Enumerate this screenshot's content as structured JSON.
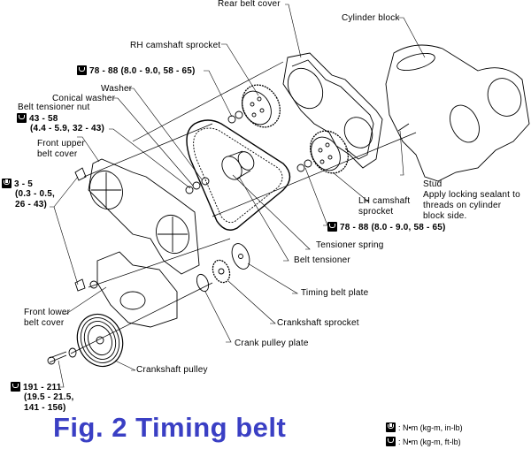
{
  "figure": {
    "title": "Fig. 2  Timing belt"
  },
  "labels": {
    "rear_belt_cover": "Rear belt cover",
    "cylinder_block": "Cylinder block",
    "rh_camshaft_sprocket": "RH camshaft sprocket",
    "torque_rh_sprocket": "78 - 88 (8.0 - 9.0, 58 - 65)",
    "washer": "Washer",
    "conical_washer": "Conical washer",
    "belt_tensioner_nut": "Belt tensioner nut",
    "torque_tensioner_nut_1": "43 - 58",
    "torque_tensioner_nut_2": "(4.4 - 5.9, 32 - 43)",
    "front_upper_belt_cover_1": "Front upper",
    "front_upper_belt_cover_2": "belt cover",
    "torque_cover_bolt_1": "3 - 5",
    "torque_cover_bolt_2": "(0.3 - 0.5,",
    "torque_cover_bolt_3": "26 - 43)",
    "stud": "Stud",
    "stud_note_1": "Apply locking sealant to",
    "stud_note_2": "threads on cylinder",
    "stud_note_3": "block side.",
    "lh_camshaft_sprocket_1": "LH camshaft",
    "lh_camshaft_sprocket_2": "sprocket",
    "torque_lh_sprocket": "78 - 88 (8.0 - 9.0, 58 - 65)",
    "tensioner_spring": "Tensioner spring",
    "belt_tensioner": "Belt tensioner",
    "timing_belt_plate": "Timing belt plate",
    "crankshaft_sprocket": "Crankshaft sprocket",
    "front_lower_belt_cover_1": "Front lower",
    "front_lower_belt_cover_2": "belt cover",
    "crank_pulley_plate": "Crank pulley plate",
    "crankshaft_pulley": "Crankshaft pulley",
    "torque_pulley_bolt_1": "191 - 211",
    "torque_pulley_bolt_2": "(19.5 - 21.5,",
    "torque_pulley_bolt_3": "141 - 156)"
  },
  "legend": [
    {
      "icon": "torque-wrench-inlb-icon",
      "text": ": N•m (kg-m, in-lb)"
    },
    {
      "icon": "torque-wrench-ftlb-icon",
      "text": ": N•m (kg-m, ft-lb)"
    }
  ]
}
